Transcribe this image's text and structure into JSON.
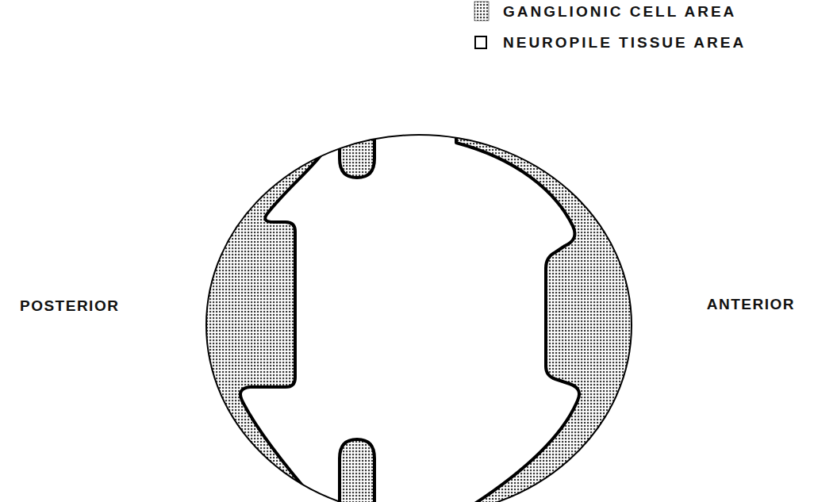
{
  "diagram": {
    "labels": [
      "POSTERIOR",
      "ANTERIOR"
    ],
    "legend": [
      {
        "text": "GANGLIONIC CELL AREA"
      },
      {
        "text": "NEUROPILE TISSUE AREA",
        "color": "#ffffff"
      }
    ]
  }
}
